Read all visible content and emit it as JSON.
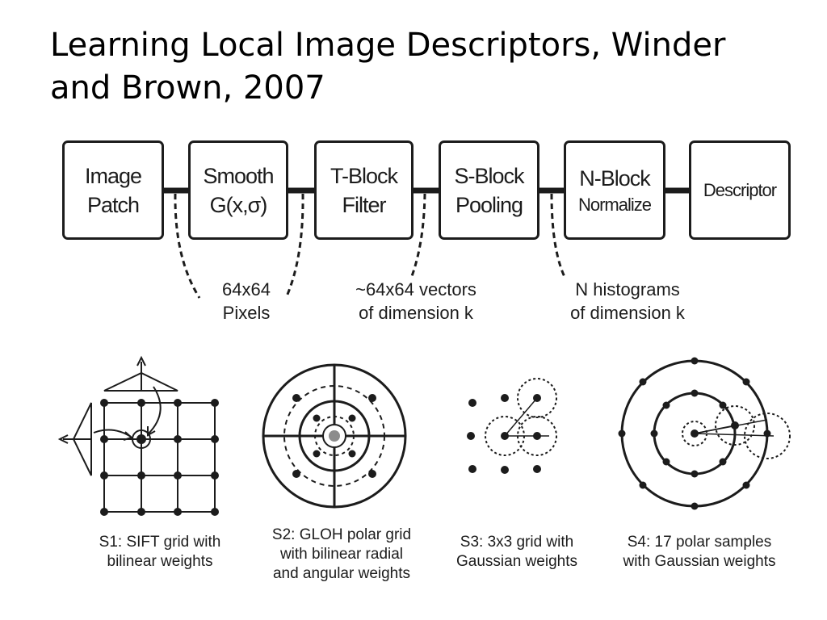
{
  "title": {
    "line1": "Learning Local Image Descriptors, Winder",
    "line2": "and Brown, 2007"
  },
  "pipeline": {
    "blocks": [
      {
        "line1": "Image",
        "line2": "Patch"
      },
      {
        "line1": "Smooth",
        "line2": "G(x,σ)"
      },
      {
        "line1": "T-Block",
        "line2": "Filter"
      },
      {
        "line1": "S-Block",
        "line2": "Pooling"
      },
      {
        "line1": "N-Block",
        "line2": "Normalize"
      },
      {
        "line1": "Descriptor"
      }
    ],
    "annotations": [
      {
        "line1": "64x64",
        "line2": "Pixels"
      },
      {
        "line1": "~64x64 vectors",
        "line2": "of dimension k"
      },
      {
        "line1": "N histograms",
        "line2": "of dimension k"
      }
    ]
  },
  "pooling_schemes": [
    {
      "line1": "S1: SIFT grid with",
      "line2": "bilinear weights"
    },
    {
      "line1": "S2: GLOH polar grid",
      "line2": "with bilinear radial",
      "line3": "and angular weights"
    },
    {
      "line1": "S3: 3x3 grid with",
      "line2": "Gaussian weights"
    },
    {
      "line1": "S4: 17 polar samples",
      "line2": "with Gaussian weights"
    }
  ]
}
